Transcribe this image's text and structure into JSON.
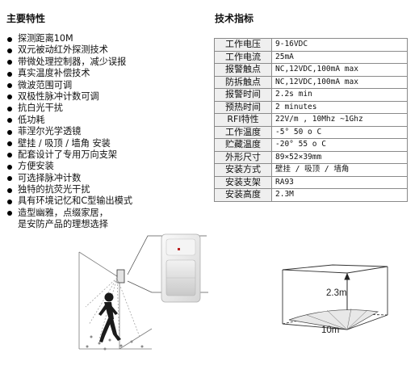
{
  "features_title": "主要特性",
  "features": [
    "探测距离10M",
    "双元被动红外探测技术",
    "带微处理控制器，减少误报",
    "真实温度补偿技术",
    "微波范围可调",
    "双极性脉冲计数可调",
    "抗白光干扰",
    "低功耗",
    "菲涅尔光学透镜",
    "壁挂 / 吸顶 / 墙角 安装",
    "配套设计了专用万向支架",
    "方便安装",
    "可选择脉冲计数",
    "独特的抗荧光干扰",
    "具有环境记忆和C型输出模式",
    "造型幽雅，点缀家居，"
  ],
  "features_continuation": "是安防产品的理想选择",
  "specs_title": "技术指标",
  "specs": [
    {
      "k": "工作电压",
      "v": "9-16VDC"
    },
    {
      "k": "工作电流",
      "v": "25mA"
    },
    {
      "k": "报警触点",
      "v": "NC,12VDC,100mA max"
    },
    {
      "k": "防拆触点",
      "v": "NC,12VDC,100mA max"
    },
    {
      "k": "报警时间",
      "v": "2.2s min"
    },
    {
      "k": "预热时间",
      "v": "2 minutes"
    },
    {
      "k": "RFI特性",
      "v": "22V/m , 10Mhz ~1Ghz"
    },
    {
      "k": "工作温度",
      "v": "-5° 50 o C"
    },
    {
      "k": "贮藏温度",
      "v": "-20° 55 o C"
    },
    {
      "k": "外形尺寸",
      "v": "89×52×39mm"
    },
    {
      "k": "安装方式",
      "v": "壁挂 / 吸顶 / 墙角"
    },
    {
      "k": "安装支架",
      "v": "RA93"
    },
    {
      "k": "安装高度",
      "v": "2.3M"
    }
  ],
  "diagram": {
    "height_label": "2.3m",
    "range_label": "10m"
  }
}
